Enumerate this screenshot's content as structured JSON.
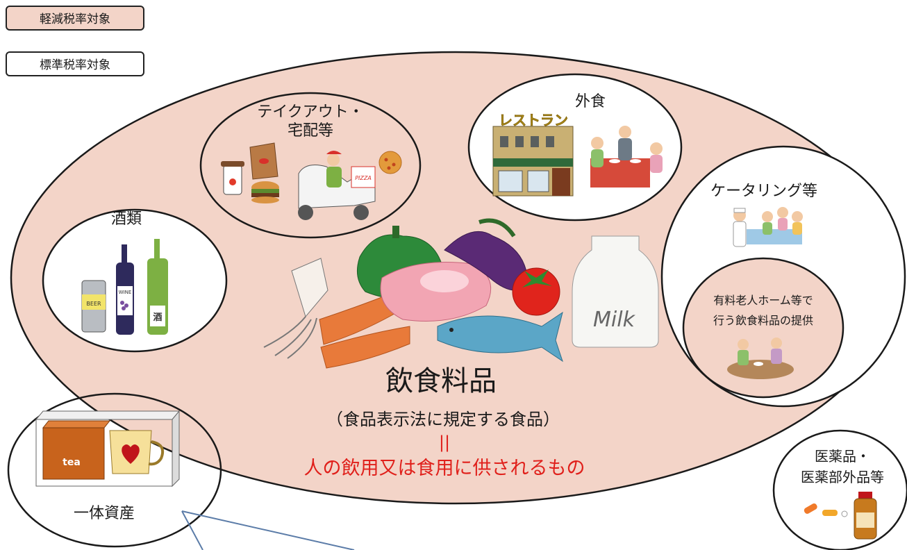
{
  "legend": {
    "reduced_rate": "軽減税率対象",
    "standard_rate": "標準税率対象"
  },
  "colors": {
    "reduced_fill": "#f3d4c8",
    "standard_fill": "#ffffff",
    "outline": "#1a1a1a",
    "red_text": "#e0201b",
    "arrow": "#5b7ca8"
  },
  "groups": {
    "takeout": {
      "label_line1": "テイクアウト・",
      "label_line2": "宅配等",
      "sign_text": "PIZZA"
    },
    "dining_out": {
      "label": "外食",
      "sign_text": "レストラン"
    },
    "catering": {
      "label": "ケータリング等"
    },
    "nursing_home": {
      "label_line1": "有料老人ホーム等で",
      "label_line2": "行う飲食料品の提供"
    },
    "alcohol": {
      "label": "酒類",
      "beer_text": "BEER",
      "wine_text": "WINE",
      "sake_text": "酒"
    },
    "combined_asset": {
      "label": "一体資産",
      "tea_text": "tea"
    },
    "pharma": {
      "label_line1": "医薬品・",
      "label_line2": "医薬部外品等"
    }
  },
  "center": {
    "title": "飲食料品",
    "subtitle": "（食品表示法に規定する食品）",
    "equals": "||",
    "definition": "人の飲用又は食用に供されるもの",
    "milk_text": "Milk"
  }
}
